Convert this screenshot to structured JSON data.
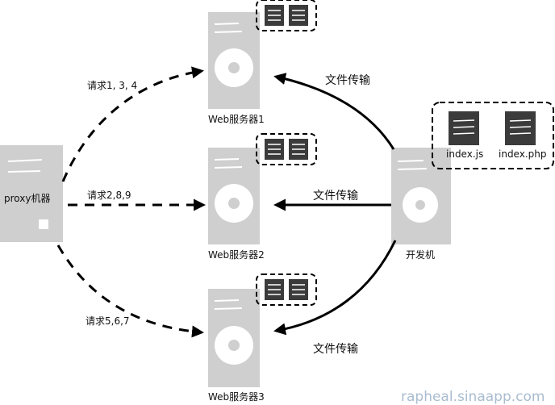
{
  "nodes": {
    "proxy": {
      "label": "proxy机器"
    },
    "web1": {
      "label": "Web服务器1"
    },
    "web2": {
      "label": "Web服务器2"
    },
    "web3": {
      "label": "Web服务器3"
    },
    "dev": {
      "label": "开发机"
    }
  },
  "files": {
    "js": "index.js",
    "php": "index.php"
  },
  "requests": {
    "r1": "请求1, 3, 4",
    "r2": "请求2,8,9",
    "r3": "请求5,6,7"
  },
  "transfer": {
    "t1": "文件传输",
    "t2": "文件传输",
    "t3": "文件传输"
  },
  "watermark": "rapheal.sinaapp.com",
  "colors": {
    "server": "#cfcfcf",
    "fileIcon": "#3b3b3b",
    "line": "#000000",
    "watermark": "#a9bcd0"
  }
}
